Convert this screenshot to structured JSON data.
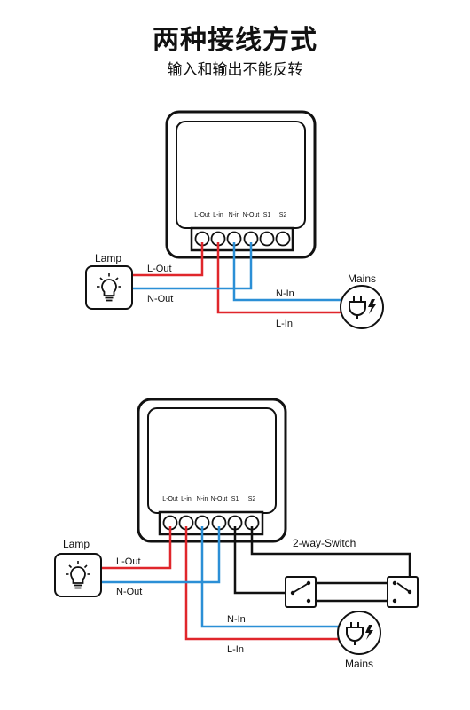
{
  "header": {
    "title": "两种接线方式",
    "subtitle": "输入和输出不能反转"
  },
  "terminals": [
    "L-Out",
    "L-in",
    "N-in",
    "N-Out",
    "S1",
    "S2"
  ],
  "diagram1": {
    "lamp": "Lamp",
    "mains": "Mains",
    "wire_lout": "L-Out",
    "wire_nout": "N-Out",
    "wire_nin": "N-In",
    "wire_lin": "L-In"
  },
  "diagram2": {
    "lamp": "Lamp",
    "mains": "Mains",
    "switch_label": "2-way-Switch",
    "wire_lout": "L-Out",
    "wire_nout": "N-Out",
    "wire_nin": "N-In",
    "wire_lin": "L-In"
  },
  "colors": {
    "live": "#e0262b",
    "neutral": "#2b8fd6",
    "switch_wire": "#111111"
  }
}
